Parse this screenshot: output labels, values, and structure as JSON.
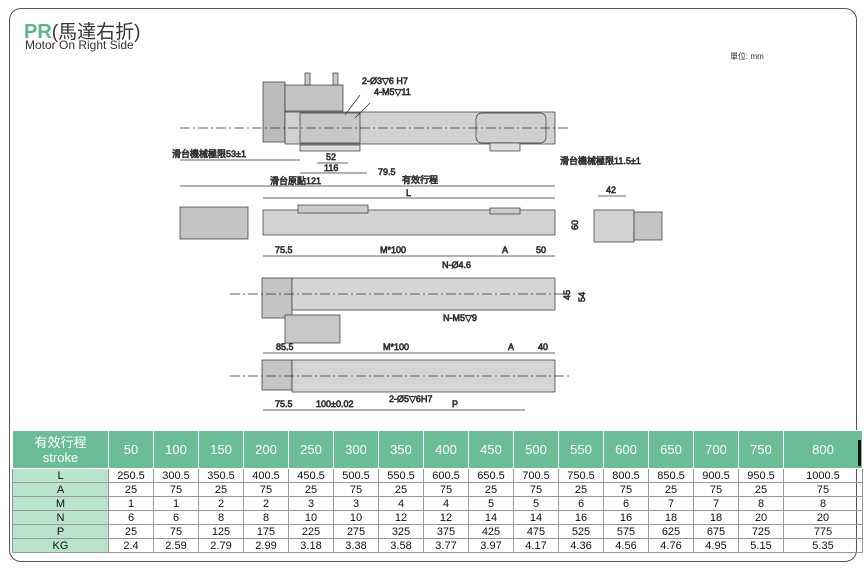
{
  "header": {
    "model": "PR",
    "title_cn": "(馬達右折)",
    "subtitle": "Motor On Right Side",
    "unit": "單位: mm"
  },
  "drawing_labels": {
    "hole_spec_1": "2-Ø3▽6 H7",
    "hole_spec_2": "4-M5▽11",
    "limit_left": "滑台機械極限53±1",
    "limit_right": "滑台機械極限11.5±1",
    "dim_52": "52",
    "dim_116": "116",
    "dim_79_5": "79.5",
    "origin": "滑台原點121",
    "effective_stroke": "有效行程",
    "dim_L": "L",
    "dim_42": "42",
    "dim_60": "60",
    "dim_75_5": "75.5",
    "dim_m100": "M*100",
    "dim_A": "A",
    "dim_50": "50",
    "hole_n46": "N-Ø4.6",
    "hole_nm5": "N-M5▽9",
    "dim_45": "45",
    "dim_54": "54",
    "dim_85_5": "85.5",
    "dim_m100_b": "M*100",
    "dim_A_b": "A",
    "dim_40": "40",
    "dim_75_5_b": "75.5",
    "dim_100": "100±0.02",
    "hole_2d5": "2-Ø5▽6H7",
    "dim_P": "P"
  },
  "table": {
    "header_cn": "有效行程",
    "header_en": "stroke",
    "strokes": [
      "50",
      "100",
      "150",
      "200",
      "250",
      "300",
      "350",
      "400",
      "450",
      "500",
      "550",
      "600",
      "650",
      "700",
      "750",
      "800"
    ],
    "rows": [
      {
        "label": "L",
        "values": [
          "250.5",
          "300.5",
          "350.5",
          "400.5",
          "450.5",
          "500.5",
          "550.5",
          "600.5",
          "650.5",
          "700.5",
          "750.5",
          "800.5",
          "850.5",
          "900.5",
          "950.5",
          "1000.5"
        ]
      },
      {
        "label": "A",
        "values": [
          "25",
          "75",
          "25",
          "75",
          "25",
          "75",
          "25",
          "75",
          "25",
          "75",
          "25",
          "75",
          "25",
          "75",
          "25",
          "75"
        ]
      },
      {
        "label": "M",
        "values": [
          "1",
          "1",
          "2",
          "2",
          "3",
          "3",
          "4",
          "4",
          "5",
          "5",
          "6",
          "6",
          "7",
          "7",
          "8",
          "8"
        ]
      },
      {
        "label": "N",
        "values": [
          "6",
          "6",
          "8",
          "8",
          "10",
          "10",
          "12",
          "12",
          "14",
          "14",
          "16",
          "16",
          "18",
          "18",
          "20",
          "20"
        ]
      },
      {
        "label": "P",
        "values": [
          "25",
          "75",
          "125",
          "175",
          "225",
          "275",
          "325",
          "375",
          "425",
          "475",
          "525",
          "575",
          "625",
          "675",
          "725",
          "775"
        ]
      },
      {
        "label": "KG",
        "values": [
          "2.4",
          "2.59",
          "2.79",
          "2.99",
          "3.18",
          "3.38",
          "3.58",
          "3.77",
          "3.97",
          "4.17",
          "4.36",
          "4.56",
          "4.76",
          "4.95",
          "5.15",
          "5.35"
        ]
      }
    ]
  },
  "colors": {
    "header_green": "#6bbd98",
    "row_label_green": "#b9e3cc",
    "title_green": "#5bb88c"
  }
}
